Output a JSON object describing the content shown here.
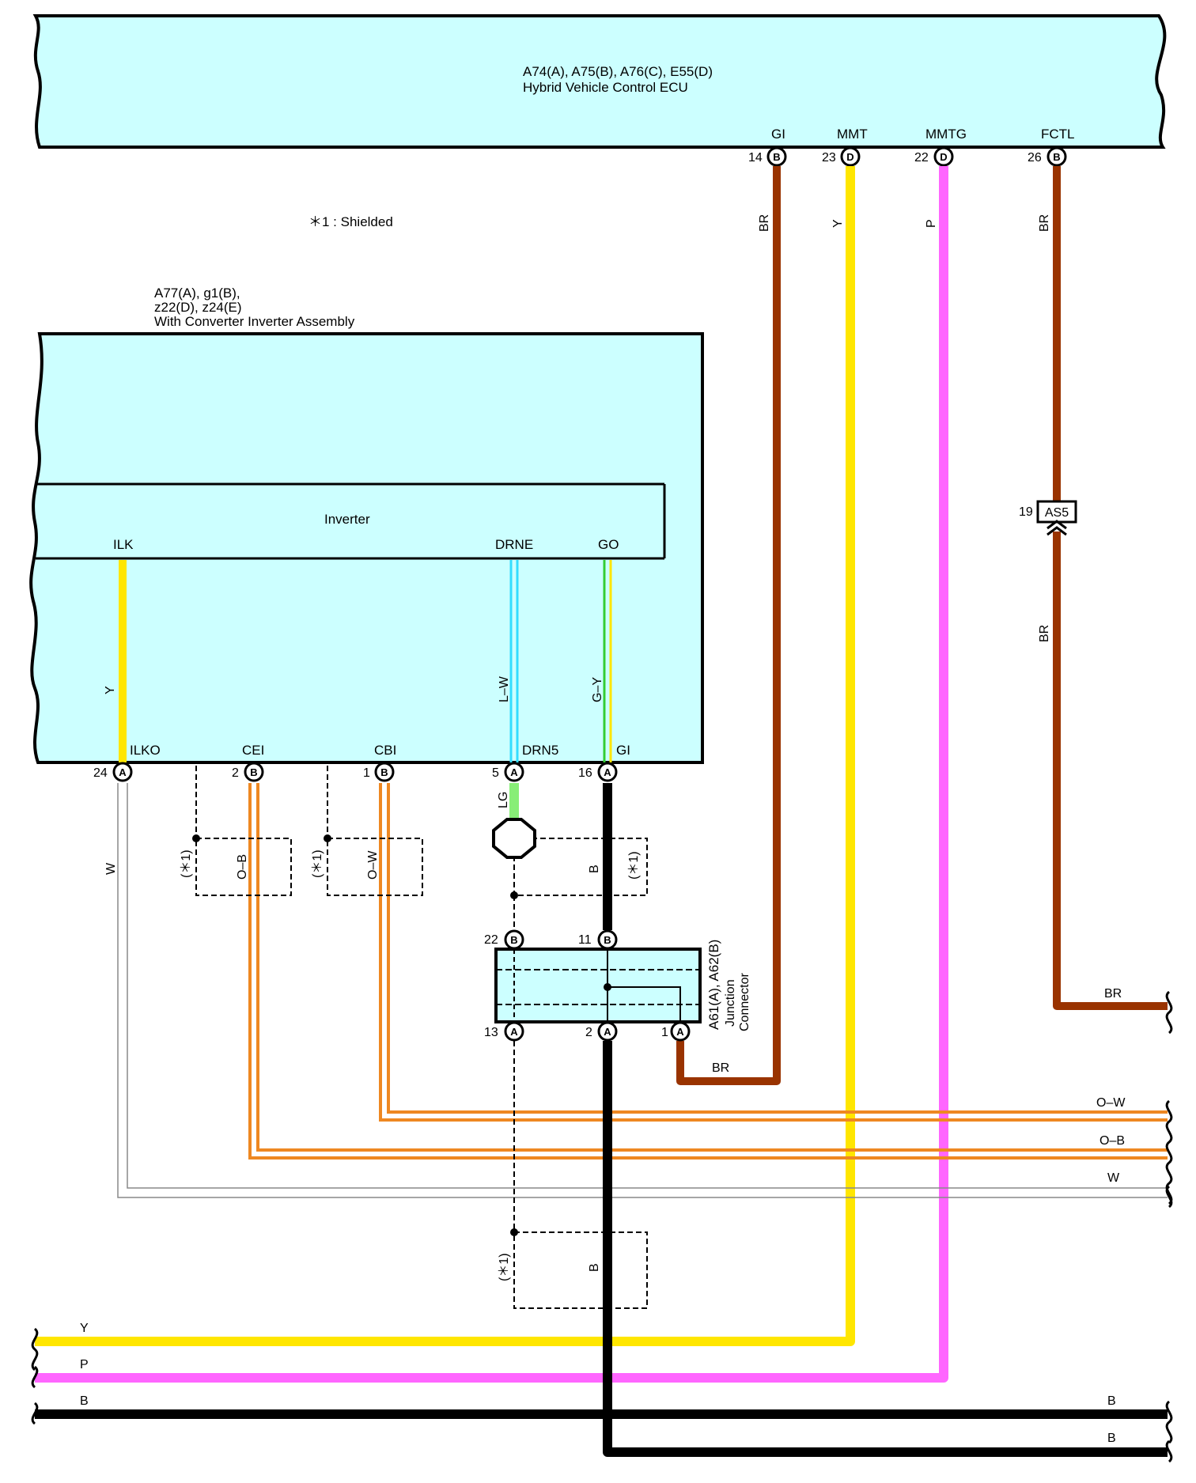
{
  "ecu": {
    "title": "A74(A), A75(B), A76(C), E55(D)",
    "subtitle": "Hybrid Vehicle Control ECU",
    "terminals": [
      {
        "name": "GI",
        "pin": "14",
        "conn": "B",
        "wire": "BR"
      },
      {
        "name": "MMT",
        "pin": "23",
        "conn": "D",
        "wire": "Y"
      },
      {
        "name": "MMTG",
        "pin": "22",
        "conn": "D",
        "wire": "P"
      },
      {
        "name": "FCTL",
        "pin": "26",
        "conn": "B",
        "wire": "BR"
      }
    ]
  },
  "note": "＊1 : Shielded",
  "inverter_assembly": {
    "title_line1": "A77(A), g1(B),",
    "title_line2": "z22(D), z24(E)",
    "subtitle": "With Converter Inverter Assembly",
    "inner_label": "Inverter",
    "inner_terminals": [
      "ILK",
      "DRNE",
      "GO"
    ],
    "inner_wires": [
      "Y",
      "L–W",
      "G–Y"
    ],
    "terminals": [
      {
        "name": "ILKO",
        "pin": "24",
        "conn": "A"
      },
      {
        "name": "CEI",
        "pin": "2",
        "conn": "B"
      },
      {
        "name": "CBI",
        "pin": "1",
        "conn": "B"
      },
      {
        "name": "DRN5",
        "pin": "5",
        "conn": "A"
      },
      {
        "name": "GI",
        "pin": "16",
        "conn": "A"
      }
    ]
  },
  "junction": {
    "title": "A61(A), A62(B)",
    "line2": "Junction",
    "line3": "Connector",
    "pins_top": [
      {
        "pin": "22",
        "conn": "B"
      },
      {
        "pin": "11",
        "conn": "B"
      }
    ],
    "pins_bottom": [
      {
        "pin": "13",
        "conn": "A"
      },
      {
        "pin": "2",
        "conn": "A"
      },
      {
        "pin": "1",
        "conn": "A"
      }
    ]
  },
  "splice": {
    "pin": "19",
    "name": "AS5"
  },
  "shield_label": "(＊1)",
  "wire_labels": {
    "w": "W",
    "ob": "O–B",
    "ow": "O–W",
    "lg": "LG",
    "b": "B",
    "br_junction": "BR",
    "br_fctl": "BR",
    "br_right": "BR",
    "ow_right": "O–W",
    "ob_right": "O–B",
    "w_right": "W",
    "y_bottom": "Y",
    "p_bottom": "P",
    "b_bottom_left": "B",
    "b_bottom_right1": "B",
    "b_bottom_right2": "B"
  },
  "colors": {
    "panel": "#ccffff",
    "brown": "#993300",
    "yellow": "#ffe600",
    "pink": "#ff66ff",
    "orange": "#ee8822",
    "light_blue": "#33ddff",
    "light_green": "#88ee77",
    "green": "#33cc33",
    "black": "#000000"
  }
}
